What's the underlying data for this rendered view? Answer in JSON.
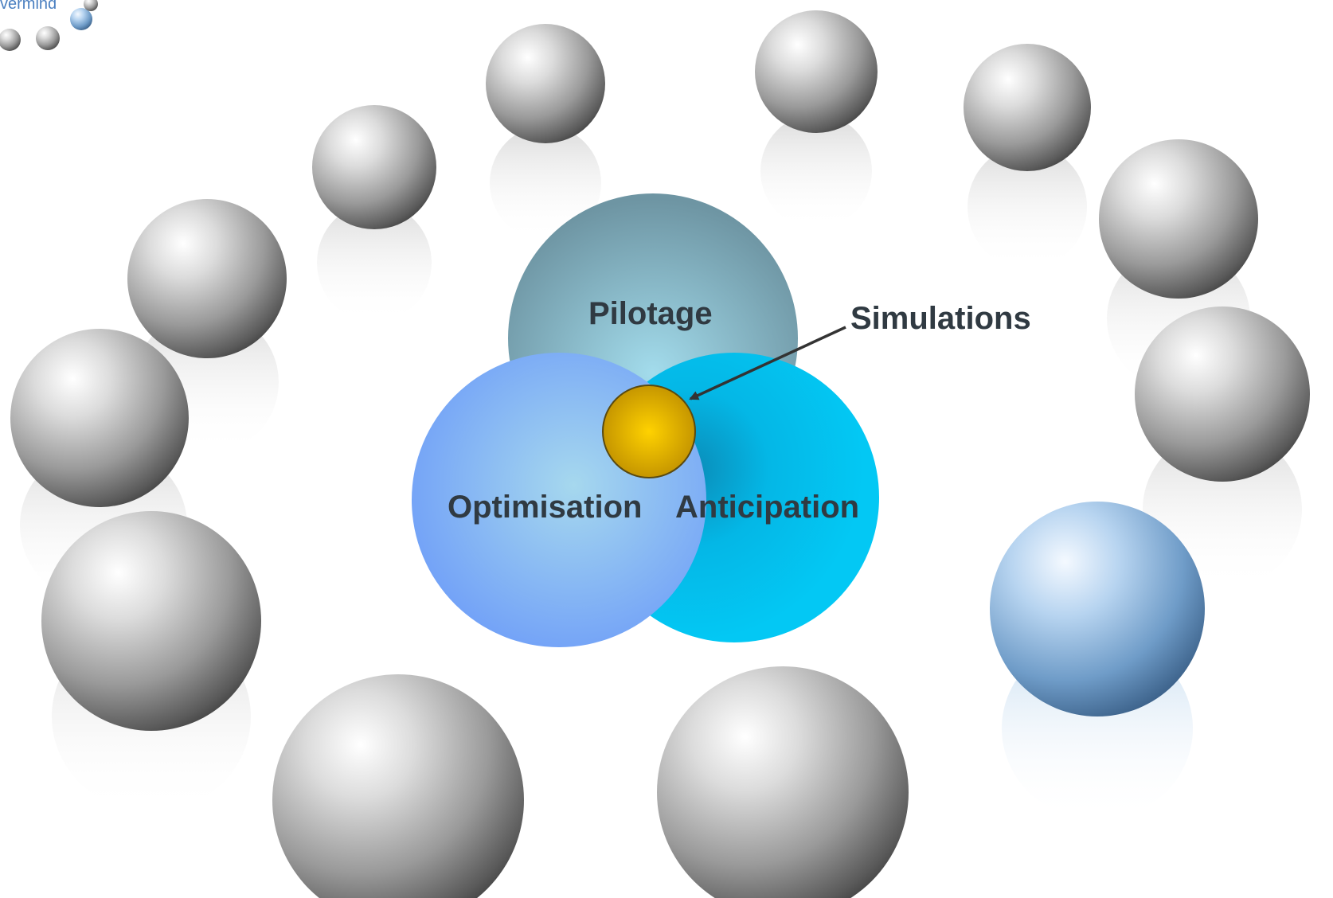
{
  "logo": {
    "text": "vermind"
  },
  "diagram": {
    "circles": [
      {
        "label": "Pilotage",
        "color": "#6e95a3"
      },
      {
        "label": "Optimisation",
        "color": "#6f9ef8"
      },
      {
        "label": "Anticipation",
        "color": "#03c6f3"
      }
    ],
    "center": {
      "label": "Simulations",
      "color": "#e0a800"
    }
  },
  "background": {
    "spheres": "chrome-spheres",
    "accent_sphere_color": "#9cc3e6"
  }
}
